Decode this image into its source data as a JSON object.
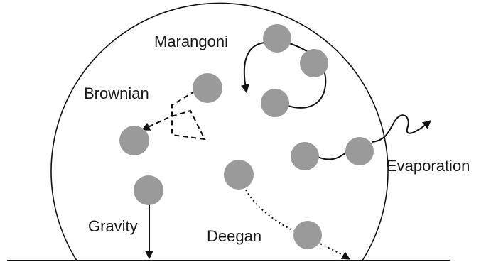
{
  "labels": {
    "marangoni": "Marangoni",
    "brownian": "Brownian",
    "evaporation": "Evaporation",
    "gravity": "Gravity",
    "deegan": "Deegan"
  },
  "colors": {
    "particle": "#9a9a9a",
    "stroke": "#111111",
    "background": "#ffffff"
  }
}
